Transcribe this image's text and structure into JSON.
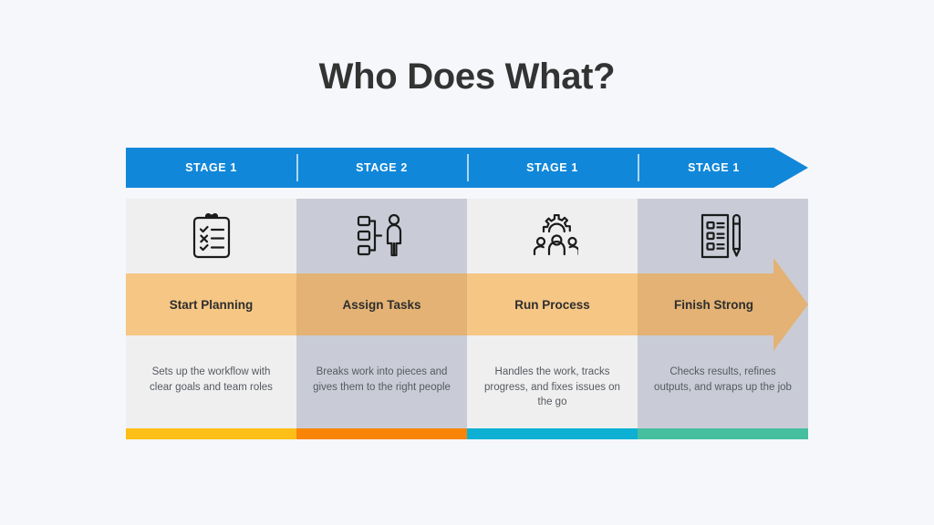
{
  "slide": {
    "title": "Who Does What?",
    "background_color": "#F5F7FA",
    "title_color": "#333333"
  },
  "stage_bar": {
    "color": "#1087D9",
    "divider_color": "#AFD6F2",
    "text_color": "#FFFFFF",
    "stages": [
      {
        "label": "STAGE 1"
      },
      {
        "label": "STAGE 2"
      },
      {
        "label": "STAGE 1"
      },
      {
        "label": "STAGE 1"
      }
    ]
  },
  "band": {
    "light_color": "#F5C684",
    "dark_color": "#E3B274",
    "text_color": "#2E2E2E"
  },
  "columns": [
    {
      "icon": "clipboard-checklist-icon",
      "stage": "STAGE 1",
      "title": "Start Planning",
      "description": "Sets up the workflow with clear goals and team roles",
      "column_bg": "#EFEFEF",
      "band_bg": "#F5C684",
      "accent_color": "#FDBF17"
    },
    {
      "icon": "org-chart-person-icon",
      "stage": "STAGE 2",
      "title": "Assign Tasks",
      "description": "Breaks work into pieces and gives them to the right people",
      "column_bg": "#C9CCD6",
      "band_bg": "#E3B274",
      "accent_color": "#F98407"
    },
    {
      "icon": "gear-team-icon",
      "stage": "STAGE 1",
      "title": "Run Process",
      "description": "Handles the work, tracks progress, and fixes issues on the go",
      "column_bg": "#EFEFEF",
      "band_bg": "#F5C684",
      "accent_color": "#0DB0D3"
    },
    {
      "icon": "document-pen-icon",
      "stage": "STAGE 1",
      "title": "Finish Strong",
      "description": "Checks results, refines outputs, and wraps up the job",
      "column_bg": "#C9CCD6",
      "band_bg": "#E3B274",
      "accent_color": "#45BFA0"
    }
  ]
}
